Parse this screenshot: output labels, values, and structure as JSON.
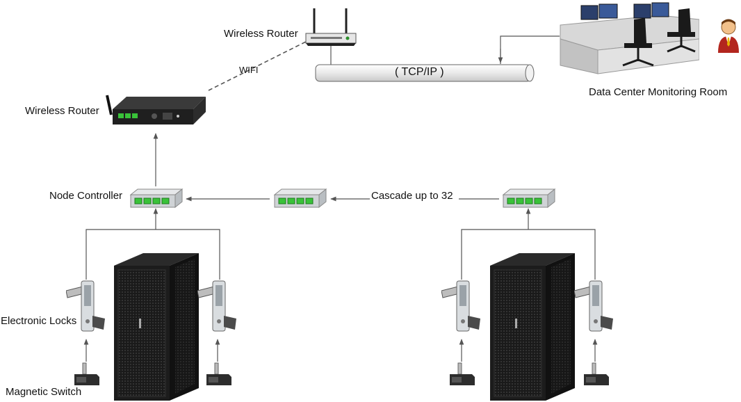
{
  "labels": {
    "router_top": "Wireless Router",
    "router_left": "Wireless Router",
    "wifi": "WIFI",
    "tcpip": "( TCP/IP )",
    "monitoring_room": "Data Center Monitoring Room",
    "node_controller": "Node Controller",
    "cascade": "Cascade up to 32",
    "electronic_locks": "Electronic Locks",
    "magnetic_switch": "Magnetic Switch"
  },
  "icons": {
    "router": "wifi-router-icon",
    "gateway": "wireless-gateway-icon",
    "controller": "node-controller-icon",
    "lock": "electronic-lock-icon",
    "switch": "magnetic-switch-icon",
    "cabinet": "server-cabinet-icon",
    "room": "monitoring-room-icon",
    "person": "operator-icon"
  },
  "colors": {
    "port_green": "#39c239",
    "line": "#555555",
    "cabinet": "#1c1c1c"
  }
}
